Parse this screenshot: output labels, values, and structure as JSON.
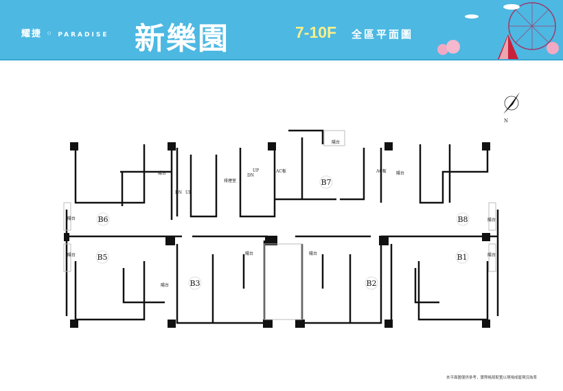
{
  "header": {
    "brand": "耀捷",
    "brand_en": "PARADISE",
    "project_name": "新樂園",
    "floor": "7-10F",
    "subtitle": "全區平面圖",
    "colors": {
      "background": "#4db8e2",
      "floor_text": "#f7f08a"
    }
  },
  "compass": {
    "label": "N"
  },
  "units": {
    "B1": "B1",
    "B2": "B2",
    "B3": "B3",
    "B5": "B5",
    "B6": "B6",
    "B7": "B7",
    "B8": "B8"
  },
  "rooms": {
    "balcony": "陽台",
    "ac_platform": "AC板",
    "smoke_room": "排煙室",
    "stair_up": "UP",
    "stair_down": "DN"
  },
  "disclaimer": "本平面圖僅供參考，實際格局配置以現場成屋現況為準"
}
